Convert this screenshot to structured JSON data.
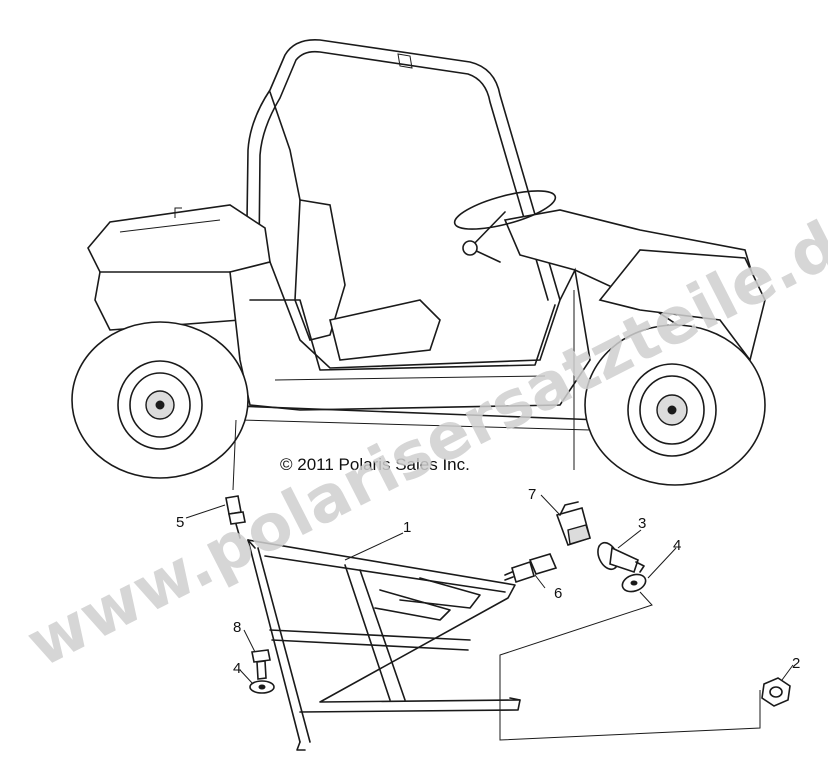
{
  "copyright": "© 2011 Polaris Sales Inc.",
  "watermark": "www.polarisersatzteile.de",
  "callouts": [
    {
      "id": "1",
      "label": "1"
    },
    {
      "id": "2",
      "label": "2"
    },
    {
      "id": "3",
      "label": "3"
    },
    {
      "id": "4a",
      "label": "4"
    },
    {
      "id": "4b",
      "label": "4"
    },
    {
      "id": "5",
      "label": "5"
    },
    {
      "id": "6",
      "label": "6"
    },
    {
      "id": "7",
      "label": "7"
    },
    {
      "id": "8",
      "label": "8"
    }
  ],
  "colors": {
    "line": "#1a1a1a",
    "watermark": "#cfcfcf",
    "background": "#ffffff"
  }
}
